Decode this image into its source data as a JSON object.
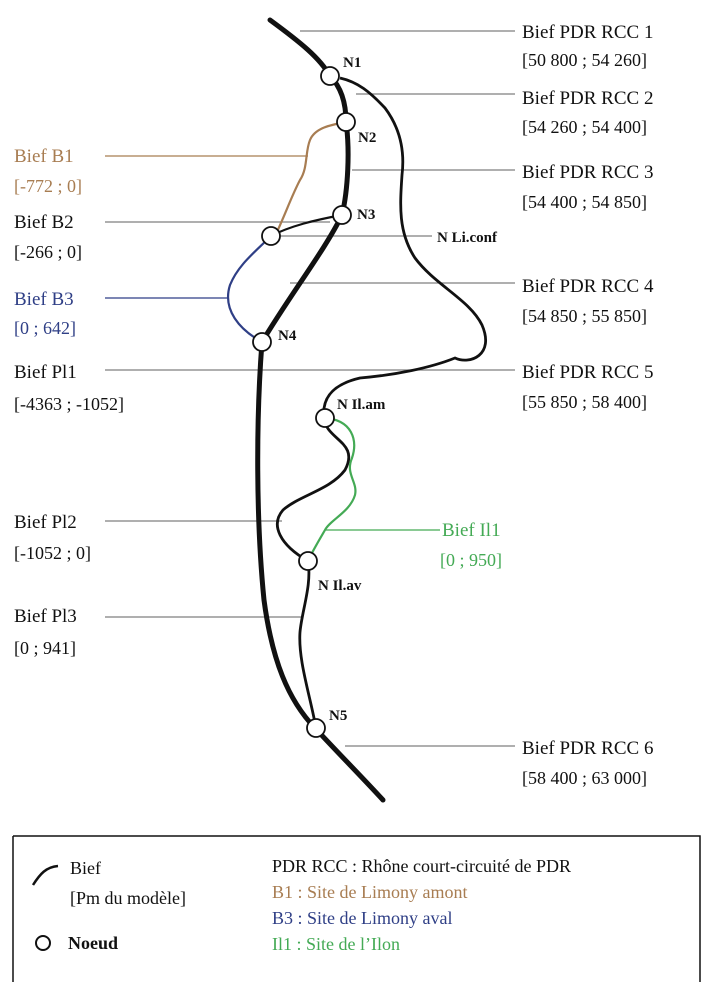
{
  "colors": {
    "black": "#111111",
    "grey_leader": "#7f7f7f",
    "b1": "#a87d52",
    "b3": "#2f3f86",
    "il1": "#44aa55"
  },
  "biefs_right": [
    {
      "name": "Bief PDR RCC 1",
      "range": "[50 800 ; 54 260]"
    },
    {
      "name": "Bief PDR RCC 2",
      "range": "[54 260 ; 54 400]"
    },
    {
      "name": "Bief PDR RCC 3",
      "range": "[54 400 ; 54 850]"
    },
    {
      "name": "Bief PDR RCC 4",
      "range": "[54 850 ; 55 850]"
    },
    {
      "name": "Bief PDR RCC 5",
      "range": "[55 850 ; 58 400]"
    },
    {
      "name": "Bief PDR RCC 6",
      "range": "[58 400 ; 63 000]"
    }
  ],
  "biefs_left": [
    {
      "name": "Bief B1",
      "range": "[-772 ; 0]"
    },
    {
      "name": "Bief B2",
      "range": "[-266 ; 0]"
    },
    {
      "name": "Bief B3",
      "range": "[0 ; 642]"
    },
    {
      "name": "Bief Pl1",
      "range": "[-4363 ; -1052]"
    },
    {
      "name": "Bief Pl2",
      "range": "[-1052 ; 0]"
    },
    {
      "name": "Bief Pl3",
      "range": "[0 ; 941]"
    }
  ],
  "bief_il1": {
    "name": "Bief Il1",
    "range": "[0 ; 950]"
  },
  "nodes": {
    "n1": "N1",
    "n2": "N2",
    "n3": "N3",
    "nli": "N Li.conf",
    "n4": "N4",
    "nilam": "N Il.am",
    "nilav": "N Il.av",
    "n5": "N5"
  },
  "legend": {
    "bief_label": "Bief",
    "bief_sub": "[Pm du modèle]",
    "noeud_label": "Noeud",
    "pdr_def": "PDR RCC : Rhône court-circuité de PDR",
    "b1_def": "B1 : Site de Limony amont",
    "b3_def": "B3 : Site de Limony aval",
    "il1_def": "Il1 : Site de l’Ilon"
  }
}
